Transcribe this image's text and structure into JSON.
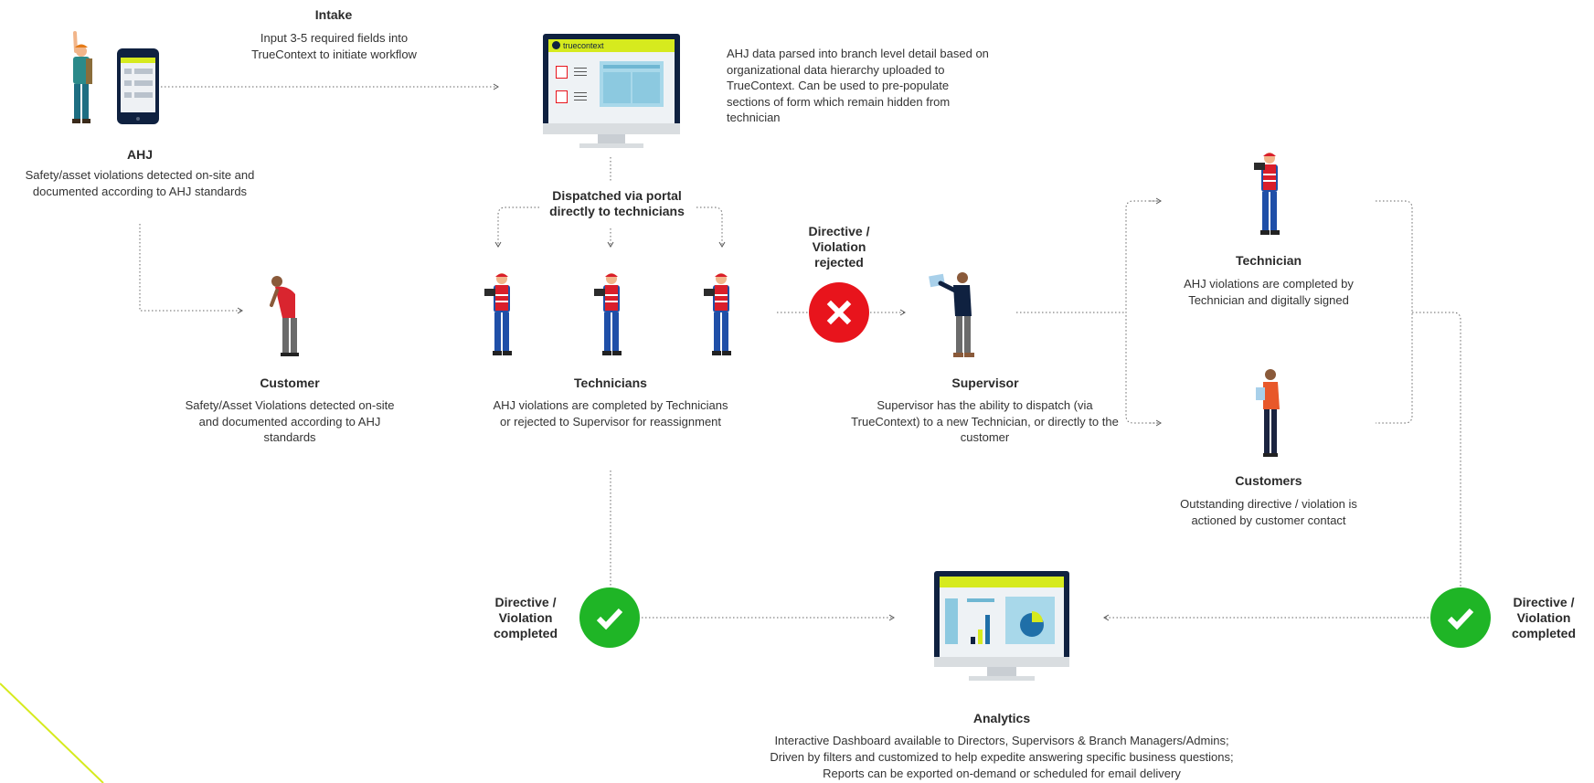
{
  "intake": {
    "title": "Intake",
    "text": "Input 3-5 required fields into TrueContext to initiate workflow"
  },
  "ahj": {
    "title": "AHJ",
    "text": "Safety/asset violations detected on-site and documented according to AHJ standards"
  },
  "portal": {
    "brand": "truecontext",
    "note": "AHJ data parsed into branch level detail based on organizational data hierarchy uploaded to TrueContext. Can be used to pre-populate sections of form which remain hidden from technician"
  },
  "dispatch": {
    "label": "Dispatched via portal directly to technicians"
  },
  "customer": {
    "title": "Customer",
    "text": "Safety/Asset Violations detected on-site and documented according to AHJ standards"
  },
  "technicians": {
    "title": "Technicians",
    "text": "AHJ violations are completed by Technicians or rejected to Supervisor for reassignment"
  },
  "rejected": {
    "label": "Directive / Violation rejected"
  },
  "supervisor": {
    "title": "Supervisor",
    "text": "Supervisor has the ability to dispatch (via TrueContext) to a new Technician, or directly to the customer"
  },
  "technician": {
    "title": "Technician",
    "text": "AHJ violations are completed by Technician and digitally signed"
  },
  "customers": {
    "title": "Customers",
    "text": "Outstanding directive / violation is actioned by customer contact"
  },
  "completed_left": {
    "label": "Directive / Violation completed"
  },
  "completed_right": {
    "label": "Directive / Violation completed"
  },
  "analytics": {
    "title": "Analytics",
    "line1": "Interactive Dashboard available to Directors, Supervisors & Branch Managers/Admins;",
    "line2": "Driven by filters and customized to help expedite answering specific business questions;",
    "line3": "Reports can be exported on-demand or scheduled for email delivery"
  },
  "colors": {
    "accent": "#d6ea1e",
    "red": "#e8141c",
    "green": "#1fb526",
    "navy": "#0f2140",
    "tech_red": "#d91e2b",
    "tech_blue": "#1f4fa8"
  },
  "icons": [
    "phone-icon",
    "monitor-icon",
    "x-icon",
    "check-icon"
  ]
}
